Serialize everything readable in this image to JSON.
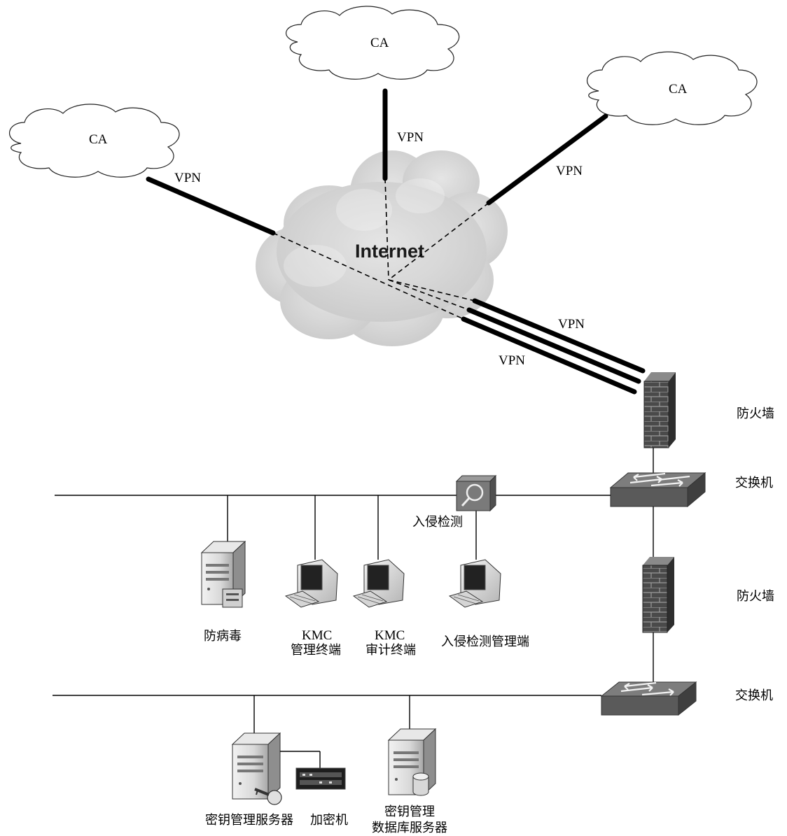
{
  "internet": {
    "label": "Internet"
  },
  "ca_nodes": [
    {
      "label": "CA"
    },
    {
      "label": "CA"
    },
    {
      "label": "CA"
    }
  ],
  "vpn_links": [
    {
      "label": "VPN"
    },
    {
      "label": "VPN"
    },
    {
      "label": "VPN"
    },
    {
      "label": "VPN"
    },
    {
      "label": "VPN"
    }
  ],
  "firewalls": [
    {
      "label": "防火墙"
    },
    {
      "label": "防火墙"
    }
  ],
  "switches": [
    {
      "label": "交换机"
    },
    {
      "label": "交换机"
    }
  ],
  "ids": {
    "label": "入侵检测"
  },
  "devices": {
    "antivirus": {
      "label": "防病毒"
    },
    "kmc_mgmt": {
      "line1": "KMC",
      "line2": "管理终端"
    },
    "kmc_audit": {
      "line1": "KMC",
      "line2": "审计终端"
    },
    "ids_mgmt": {
      "label": "入侵检测管理端"
    },
    "key_server": {
      "label": "密钥管理服务器"
    },
    "encryptor": {
      "label": "加密机"
    },
    "key_db": {
      "line1": "密钥管理",
      "line2": "数据库服务器"
    }
  }
}
